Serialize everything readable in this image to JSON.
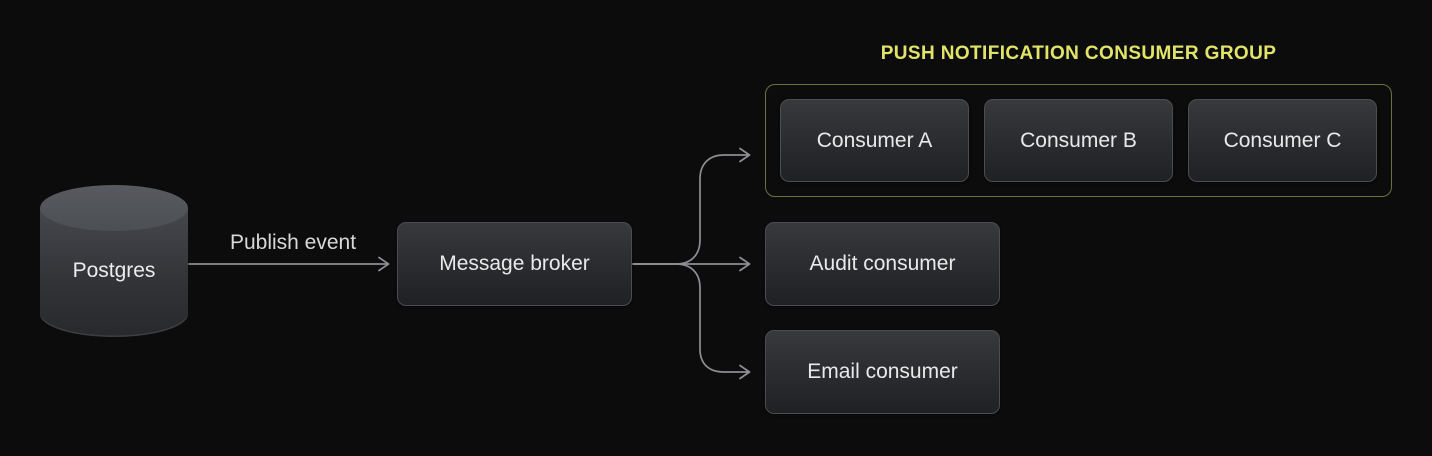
{
  "diagram": {
    "group_title": "PUSH NOTIFICATION CONSUMER GROUP",
    "nodes": {
      "postgres": "Postgres",
      "message_broker": "Message broker",
      "consumer_a": "Consumer A",
      "consumer_b": "Consumer B",
      "consumer_c": "Consumer C",
      "audit_consumer": "Audit consumer",
      "email_consumer": "Email consumer"
    },
    "edge_labels": {
      "publish_event": "Publish event"
    },
    "colors": {
      "background": "#0c0c0d",
      "node_fill_top": "#37393d",
      "node_fill_bottom": "#1f2124",
      "node_border": "#4b4d51",
      "group_border": "#6e7040",
      "group_title_text": "#e1e468",
      "connector": "#8d8f93",
      "node_text": "#e9e9e9"
    }
  }
}
